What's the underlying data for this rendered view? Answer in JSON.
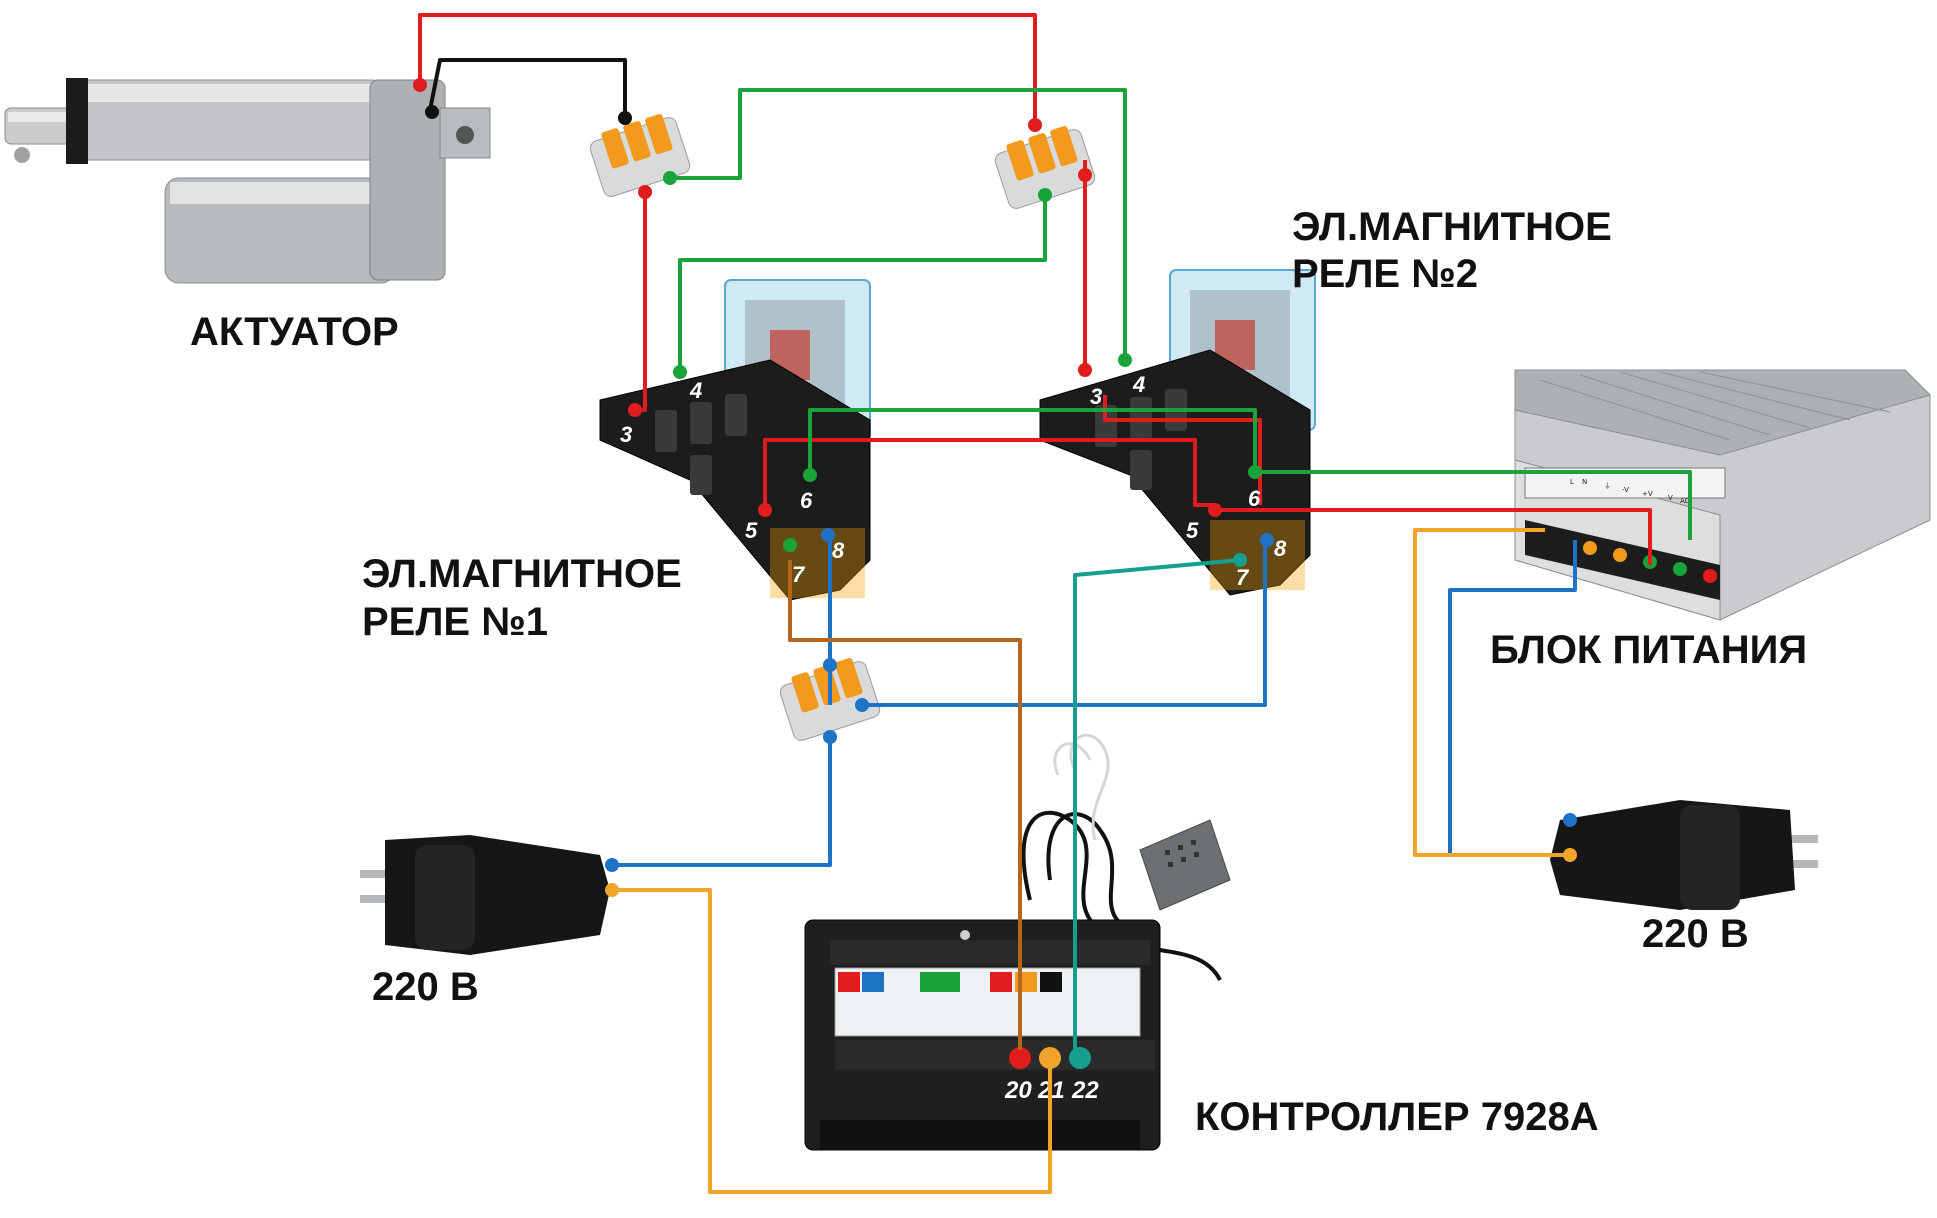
{
  "labels": {
    "actuator": "АКТУАТОР",
    "relay2_line1": "ЭЛ.МАГНИТНОЕ",
    "relay2_line2": "РЕЛЕ №2",
    "relay1_line1": "ЭЛ.МАГНИТНОЕ",
    "relay1_line2": "РЕЛЕ №1",
    "psu": "БЛОК ПИТАНИЯ",
    "plug_left": "220 В",
    "plug_right": "220 В",
    "controller": "КОНТРОЛЛЕР 7928А"
  },
  "relay1_pins": {
    "p3": "3",
    "p4": "4",
    "p5": "5",
    "p6": "6",
    "p7": "7",
    "p8": "8"
  },
  "relay2_pins": {
    "p3": "3",
    "p4": "4",
    "p5": "5",
    "p6": "6",
    "p7": "7",
    "p8": "8"
  },
  "controller_pins": {
    "p20": "20",
    "p21": "21",
    "p22": "22"
  },
  "psu_terminals": {
    "l": "L",
    "n": "N",
    "gnd": "⏚",
    "vminus": "-V",
    "vplus": "+V",
    "v": "V",
    "adj": "ADJ"
  },
  "wire_colors": {
    "red": "#e01c1c",
    "black": "#111111",
    "green": "#1aa33a",
    "blue": "#1f73c6",
    "orange": "#f0a42a",
    "brown": "#b5651d",
    "teal": "#169e8e"
  }
}
